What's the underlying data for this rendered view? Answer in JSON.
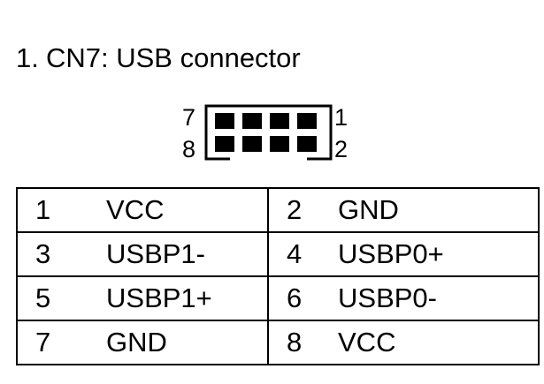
{
  "heading": {
    "number": "1.",
    "text": "CN7: USB connector"
  },
  "connector": {
    "top_left_label": "7",
    "bottom_left_label": "8",
    "top_right_label": "1",
    "bottom_right_label": "2"
  },
  "pin_table": {
    "rows": [
      {
        "left_num": "1",
        "left_name": "VCC",
        "right_num": "2",
        "right_name": "GND"
      },
      {
        "left_num": "3",
        "left_name": "USBP1-",
        "right_num": "4",
        "right_name": "USBP0+"
      },
      {
        "left_num": "5",
        "left_name": "USBP1+",
        "right_num": "6",
        "right_name": "USBP0-"
      },
      {
        "left_num": "7",
        "left_name": "GND",
        "right_num": "8",
        "right_name": "VCC"
      }
    ]
  }
}
